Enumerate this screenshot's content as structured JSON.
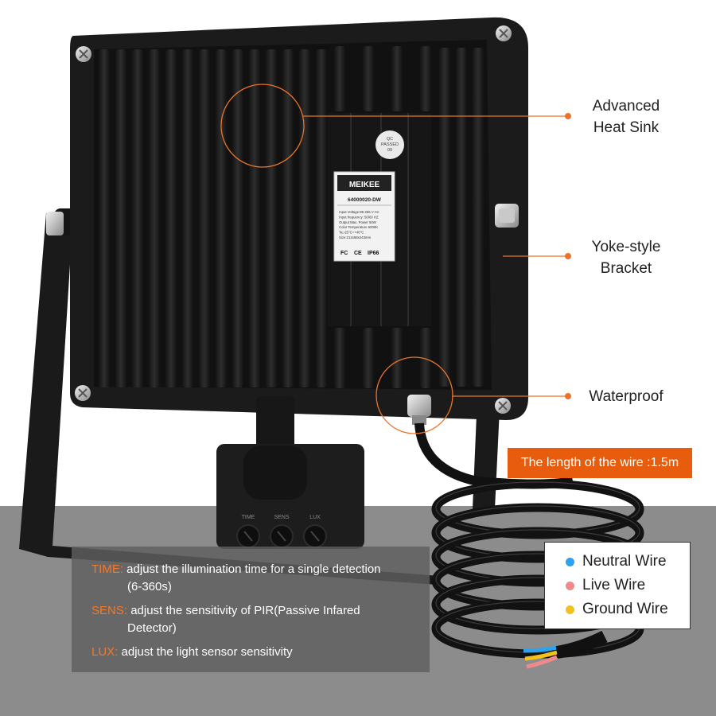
{
  "product": {
    "brand": "MEIKEE",
    "model": "64000020-DW",
    "specs": [
      "Input Voltage:85-265 V AC",
      "Input frequency: 50/60 HZ",
      "Output Max. Power 50W",
      "Color Temperature 6000K",
      "Ta:-25°C~+40°C",
      "Size:212x58x243mm"
    ],
    "certifications": [
      "FC",
      "CE",
      "IP66"
    ],
    "sticker_lines": [
      "QC",
      "PASSED",
      "09"
    ],
    "sensor_labels": [
      "TIME",
      "SENS",
      "LUX"
    ]
  },
  "callouts": {
    "heat_sink": [
      "Advanced",
      "Heat Sink"
    ],
    "bracket": [
      "Yoke-style",
      "Bracket"
    ],
    "waterproof": [
      "Waterproof"
    ]
  },
  "wire_length": "The length of the wire :1.5m",
  "legend": [
    {
      "label": "Neutral Wire",
      "color": "#2aa3f0"
    },
    {
      "label": "Live Wire",
      "color": "#f08a8a"
    },
    {
      "label": "Ground Wire",
      "color": "#f2c21a"
    }
  ],
  "controls": [
    {
      "key": "TIME:",
      "text": "adjust the illumination time for a single detection",
      "text2": "(6-360s)"
    },
    {
      "key": "SENS:",
      "text": "adjust the sensitivity of PIR(Passive Infared",
      "text2": "Detector)"
    },
    {
      "key": "LUX:",
      "text": "adjust the light sensor sensitivity",
      "text2": ""
    }
  ],
  "colors": {
    "accent": "#e85d0d",
    "callout_line": "#e8742a",
    "floor": "#8c8c8c",
    "housing": "#1b1b1b"
  }
}
